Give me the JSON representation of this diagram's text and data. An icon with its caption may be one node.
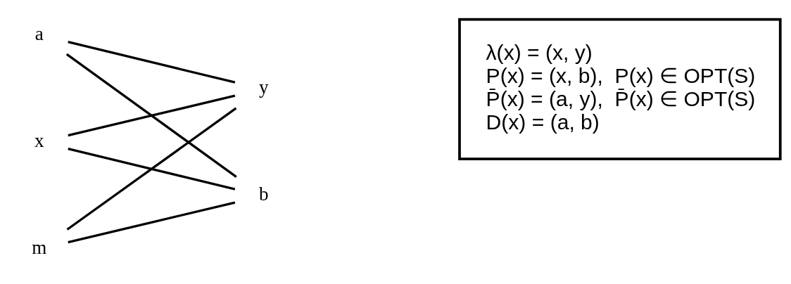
{
  "diagram": {
    "nodes": [
      {
        "text": [
          "a"
        ]
      },
      {
        "text": [
          "y"
        ]
      },
      {
        "text": [
          "x"
        ]
      },
      {
        "text": [
          "b"
        ]
      },
      {
        "text": [
          "m"
        ]
      },
      {
        "text": [
          "λ(x) = (x, y)",
          "P(x) = (x, b),  P(x) ∈ OPT(S)",
          "P̄(x) = (a, y),  P̄(x) ∈ OPT(S)",
          "D(x) = (a, b)"
        ]
      }
    ],
    "edges": [
      {
        "from": 0,
        "to": 1,
        "arrow": "none"
      },
      {
        "from": 0,
        "to": 3,
        "arrow": "none"
      },
      {
        "from": 2,
        "to": 1,
        "arrow": "none"
      },
      {
        "from": 2,
        "to": 3,
        "arrow": "none"
      },
      {
        "from": 4,
        "to": 1,
        "arrow": "none"
      },
      {
        "from": 4,
        "to": 3,
        "arrow": "none"
      }
    ]
  }
}
